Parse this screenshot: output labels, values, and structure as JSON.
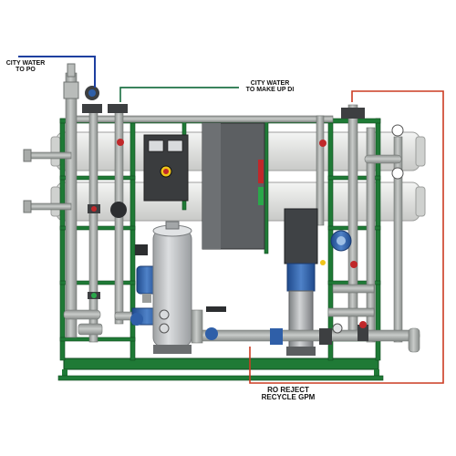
{
  "labels": {
    "city_water_po": {
      "line1": "CITY WATER",
      "line2": "TO PO"
    },
    "city_water_di": {
      "line1": "CITY WATER",
      "line2": "TO MAKE UP DI"
    },
    "ro_reject": {
      "line1": "RO REJECT",
      "line2": "RECYCLE GPM"
    }
  },
  "colors": {
    "frame": "#1f7a36",
    "pipe": "#a7aaa8",
    "pipe_dark": "#6f7371",
    "membrane": "#e4e5e3",
    "pump_body": "#3f4245",
    "tank": "#c7c9cb",
    "control_panel": "#3a3c3e",
    "blue_valve": "#2f5fa8",
    "water_line_blue": "#1d3fa0",
    "reject_line_red": "#cc3b22",
    "accent_red": "#c0282a",
    "indicator_yellow": "#f0c419",
    "indicator_green": "#2aa84a"
  }
}
